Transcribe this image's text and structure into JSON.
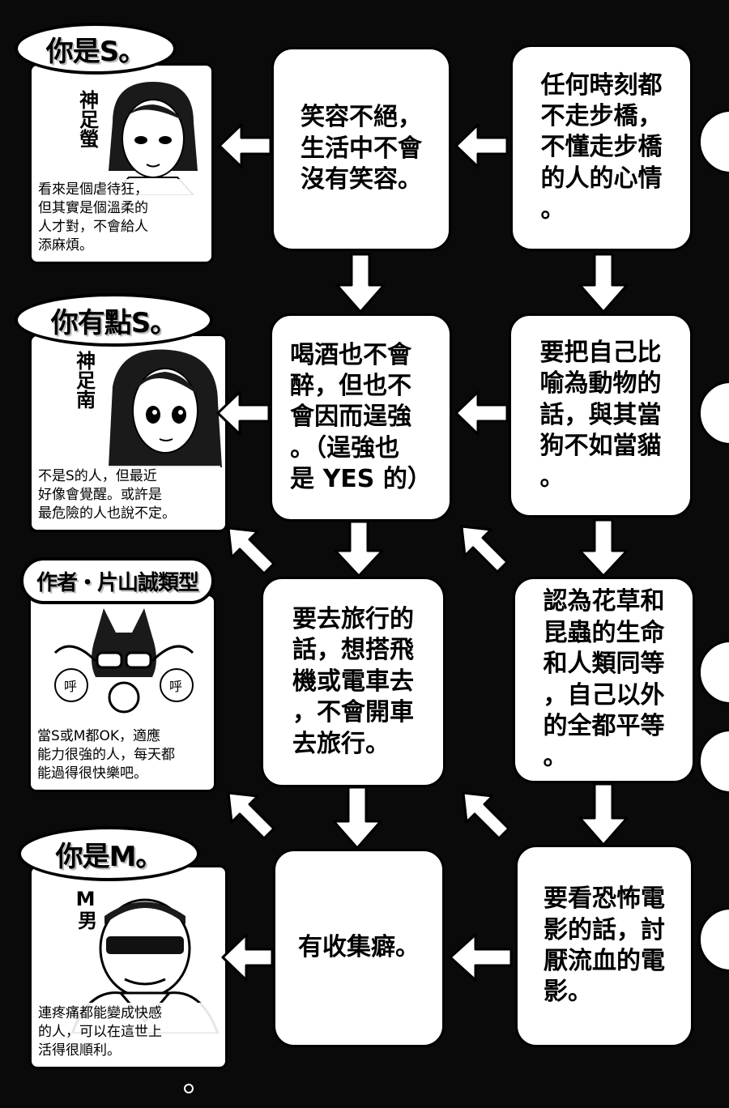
{
  "questions": [
    {
      "id": "q1",
      "text": "任何時刻都\n不走步橋，\n不懂走步橋\n的人的心情\n。"
    },
    {
      "id": "q2",
      "text": "笑容不絕，\n生活中不會\n沒有笑容。"
    },
    {
      "id": "q3",
      "text": "要把自己比\n喻為動物的\n話，與其當\n狗不如當貓\n。"
    },
    {
      "id": "q4",
      "text": "喝酒也不會\n醉，但也不\n會因而逞強\n。（逞強也\n是 YES 的）"
    },
    {
      "id": "q5",
      "text": "認為花草和\n昆蟲的生命\n和人類同等\n，自己以外\n的全都平等\n。"
    },
    {
      "id": "q6",
      "text": "要去旅行的\n話，想搭飛\n機或電車去\n，不會開車\n去旅行。"
    },
    {
      "id": "q7",
      "text": "要看恐怖電\n影的話，討\n厭流血的電\n影。"
    },
    {
      "id": "q8",
      "text": "有收集癖。"
    }
  ],
  "results": [
    {
      "id": "r1",
      "title": "你是S。",
      "character": "神足螢",
      "description": "看來是個虐待狂，\n但其實是個溫柔的\n人才對，不會給人\n添麻煩。"
    },
    {
      "id": "r2",
      "title": "你有點S。",
      "character": "神足南",
      "description": "不是S的人，但最近\n好像會覺醒。或許是\n最危險的人也說不定。"
    },
    {
      "id": "r3",
      "title": "作者・片山誠類型",
      "character": "",
      "description": "當S或M都OK，適應\n能力很強的人，每天都\n能過得很快樂吧。",
      "bubble_left": "呼",
      "bubble_right": "呼"
    },
    {
      "id": "r4",
      "title": "你是M。",
      "character": "M男",
      "description": "連疼痛都能變成快感\n的人，可以在這世上\n活得很順利。"
    }
  ],
  "footer": {
    "mark": "。"
  }
}
